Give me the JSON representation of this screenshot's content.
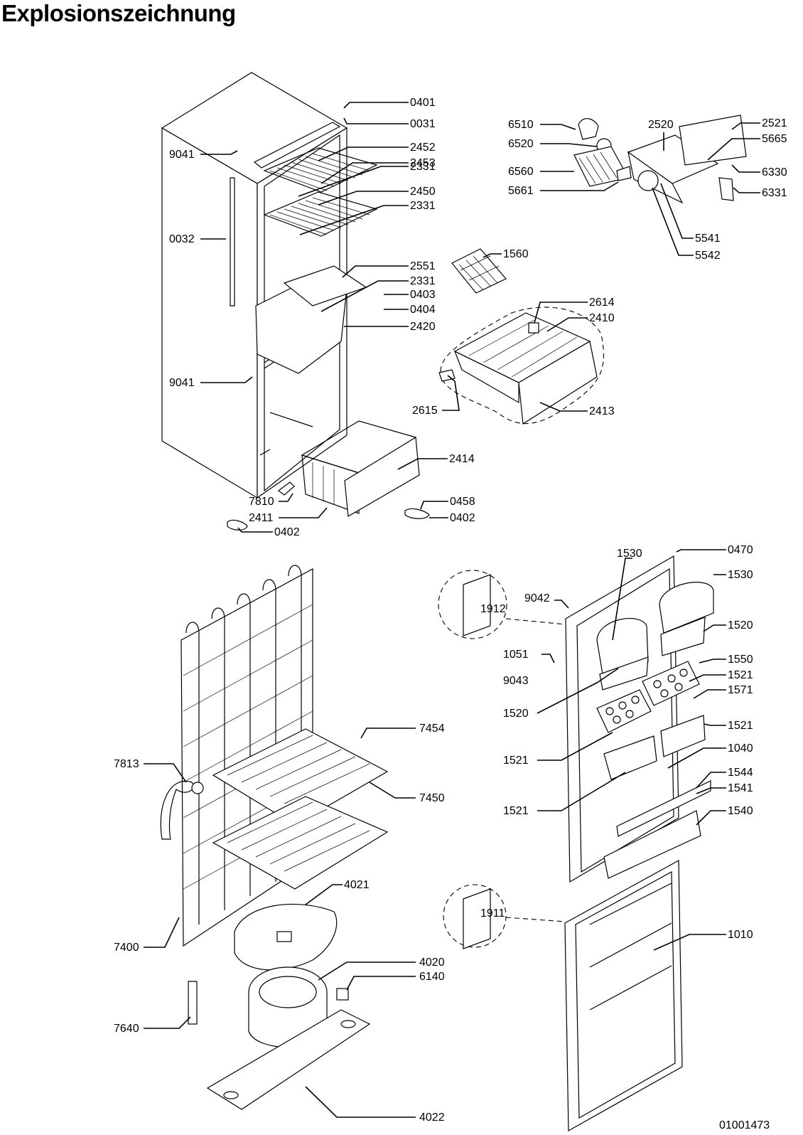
{
  "title": "Explosionszeichnung",
  "document_number": "01001473",
  "labels": {
    "l0401": "0401",
    "l0031": "0031",
    "l9041a": "9041",
    "l0032": "0032",
    "l2452": "2452",
    "l2453": "2453",
    "l2331a": "2331",
    "l2450": "2450",
    "l2331b": "2331",
    "l2551": "2551",
    "l2331c": "2331",
    "l0403": "0403",
    "l0404": "0404",
    "l2420": "2420",
    "l9041b": "9041",
    "l2414": "2414",
    "l7810": "7810",
    "l2411": "2411",
    "l0402a": "0402",
    "l0458": "0458",
    "l0402b": "0402",
    "l6510": "6510",
    "l6520": "6520",
    "l6560": "6560",
    "l5661": "5661",
    "l2520": "2520",
    "l2521": "2521",
    "l5665": "5665",
    "l6330": "6330",
    "l6331": "6331",
    "l5541": "5541",
    "l5542": "5542",
    "l1560": "1560",
    "l2614": "2614",
    "l2410": "2410",
    "l2615": "2615",
    "l2413": "2413",
    "l7454": "7454",
    "l7813": "7813",
    "l7450": "7450",
    "l4021": "4021",
    "l7400": "7400",
    "l4020": "4020",
    "l6140": "6140",
    "l7640": "7640",
    "l4022": "4022",
    "l0470": "0470",
    "l1530a": "1530",
    "l1530b": "1530",
    "l9042": "9042",
    "l1912": "1912",
    "l1520a": "1520",
    "l1051": "1051",
    "l9043": "9043",
    "l1550": "1550",
    "l1521a": "1521",
    "l1571": "1571",
    "l1520b": "1520",
    "l1521b": "1521",
    "l1521c": "1521",
    "l1040": "1040",
    "l1544": "1544",
    "l1541": "1541",
    "l1521d": "1521",
    "l1540": "1540",
    "l1911": "1911",
    "l1010": "1010"
  }
}
